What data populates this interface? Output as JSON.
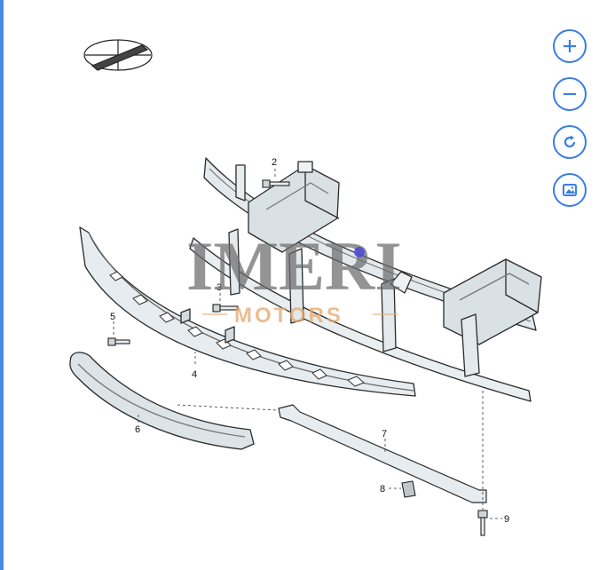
{
  "watermark": {
    "main": "IMERI",
    "sub": "MOTORS"
  },
  "callouts": [
    "2",
    "3",
    "4",
    "5",
    "6",
    "7",
    "8",
    "9"
  ],
  "toolbar": {
    "zoom_in_icon": "plus-icon",
    "zoom_out_icon": "minus-icon",
    "rotate_icon": "refresh-icon",
    "image_icon": "image-icon"
  },
  "colors": {
    "accent": "#3a7ee4",
    "line": "#2a2a2a",
    "fill": "#dfe6ea"
  }
}
